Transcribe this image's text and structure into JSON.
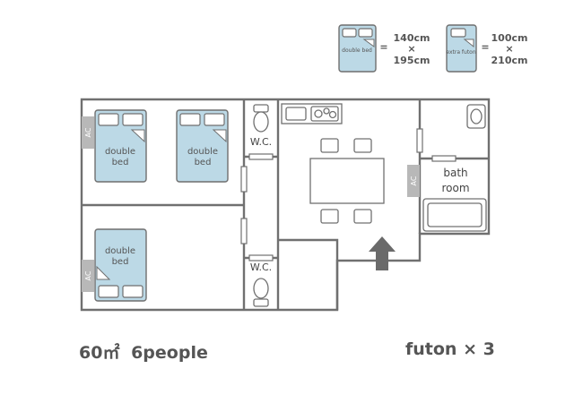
{
  "legend": {
    "double_bed": {
      "label": "double bed",
      "equals": "=",
      "width": "140cm",
      "times": "×",
      "length": "195cm"
    },
    "extra_futon": {
      "label": "extra futon",
      "equals": "=",
      "width": "100cm",
      "times": "×",
      "length": "210cm"
    }
  },
  "rooms": {
    "bed_labels": [
      "double",
      "bed"
    ],
    "wc_label": "W.C.",
    "bath_label": [
      "bath",
      "room"
    ],
    "ac_label": "AC"
  },
  "footer": {
    "area": "60㎡",
    "people": "6people",
    "futon": "futon × 3"
  },
  "colors": {
    "bed_fill": "#bcd9e6",
    "wall": "#707070",
    "arrow": "#6a6a6a",
    "ac_fill": "#b8b8b8"
  }
}
